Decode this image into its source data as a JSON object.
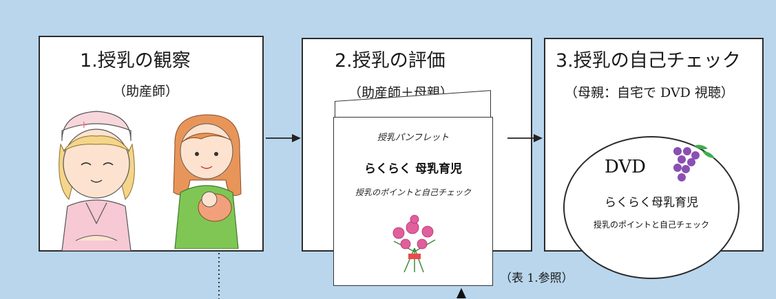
{
  "steps": [
    {
      "title": "1.授乳の観察",
      "subtitle": "（助産師）"
    },
    {
      "title": "2.授乳の評価",
      "subtitle": "（助産師＋母親）"
    },
    {
      "title": "3.授乳の自己チェック",
      "subtitle": "（母親：自宅で DVD 視聴）"
    }
  ],
  "pamphlet": {
    "heading": "授乳パンフレット",
    "name": "らくらく 母乳育児",
    "tagline": "授乳のポイントと自己チェック"
  },
  "dvd": {
    "label": "DVD",
    "name": "らくらく母乳育児",
    "tagline": "授乳のポイントと自己チェック"
  },
  "reference": "（表 1.参照）",
  "colors": {
    "background": "#b9d6ec",
    "box_border": "#2b2b2b",
    "arrow": "#222222"
  }
}
